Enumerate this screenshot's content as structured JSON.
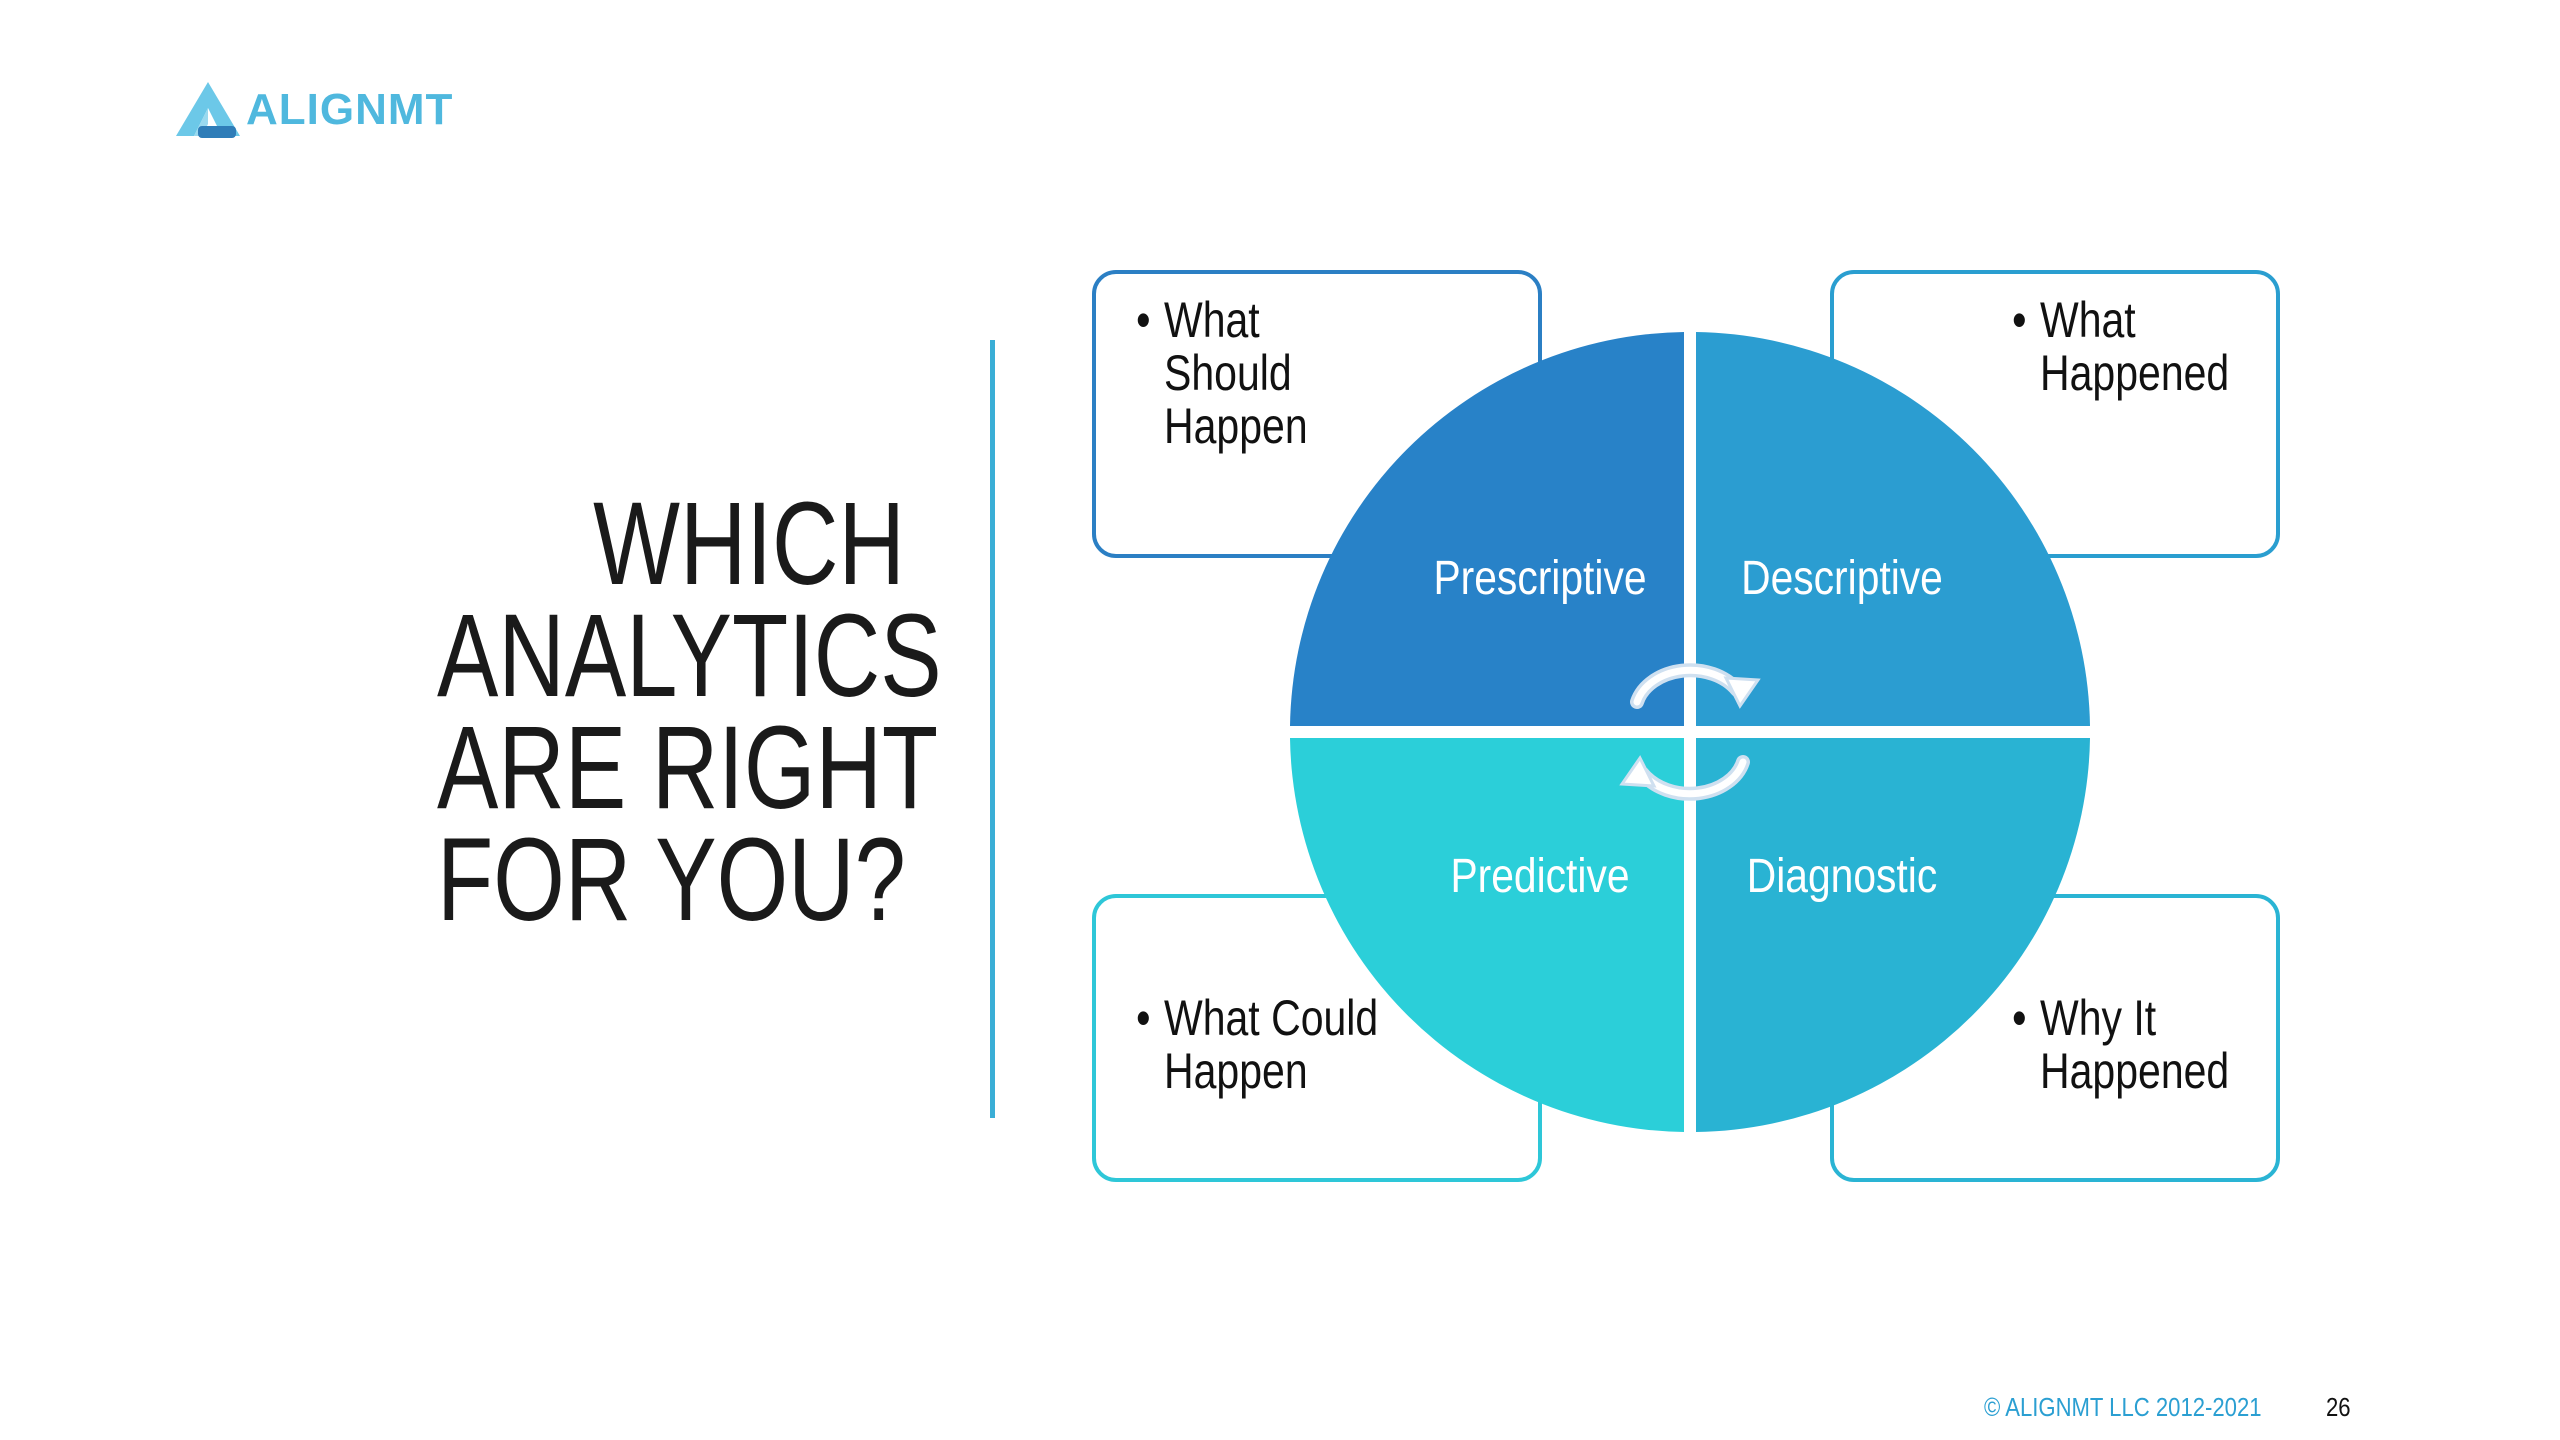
{
  "brand": {
    "name": "ALIGNMT",
    "colors": {
      "logo_light": "#6cc8e8",
      "logo_dark": "#2f7db8",
      "accent": "#3aaed6"
    }
  },
  "title": {
    "lines": [
      "WHICH",
      "ANALYTICS",
      "ARE RIGHT",
      "FOR YOU?"
    ]
  },
  "diagram": {
    "quadrants": [
      {
        "label": "Prescriptive",
        "color": "#2882c8",
        "description": [
          "What",
          "Should",
          "Happen"
        ]
      },
      {
        "label": "Descriptive",
        "color": "#2b9dd1",
        "description": [
          "What",
          "Happened"
        ]
      },
      {
        "label": "Predictive",
        "color": "#2bcfd9",
        "description": [
          "What Could",
          "Happen"
        ]
      },
      {
        "label": "Diagnostic",
        "color": "#29b3d3",
        "description": [
          "Why It",
          "Happened"
        ]
      }
    ],
    "cycle_icon": "cycle-arrows-icon",
    "bullet_symbol": "•"
  },
  "footer": {
    "copyright": "© ALIGNMT LLC 2012-2021",
    "page_number": "26"
  }
}
